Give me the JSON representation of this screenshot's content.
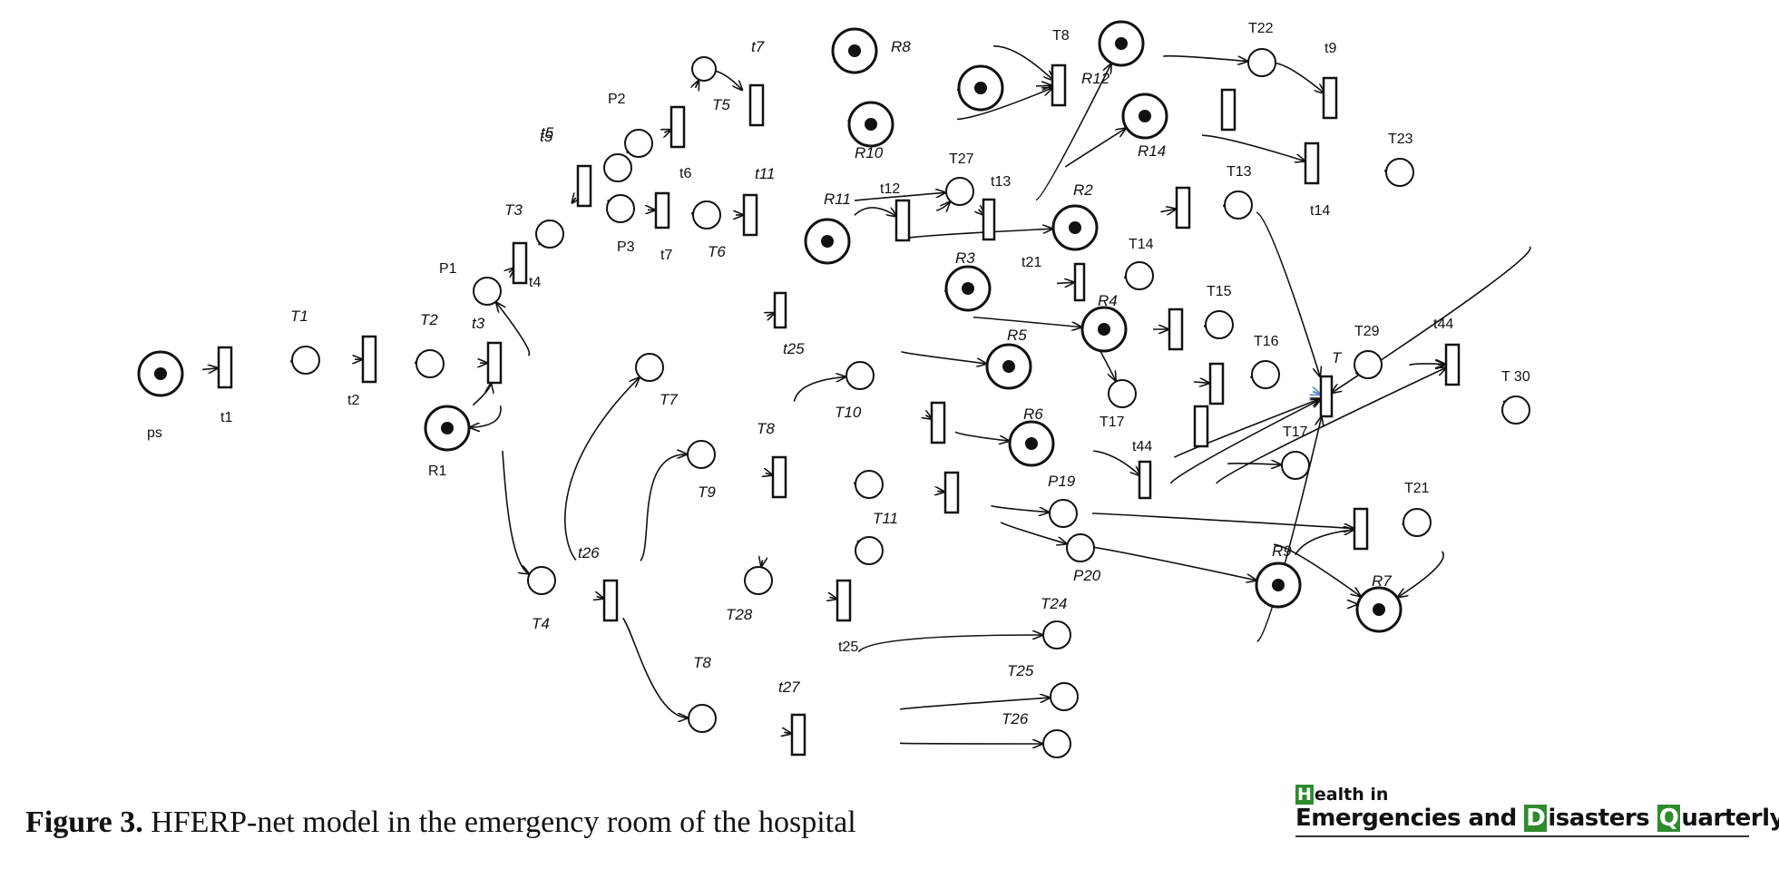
{
  "caption": {
    "label": "Figure 3.",
    "text": "HFERP-net model in the emergency room of the hospital"
  },
  "logo": {
    "line1": {
      "first": "H",
      "rest": "ealth in"
    },
    "line2": {
      "w1": "Emergencies and ",
      "d_first": "D",
      "d_rest": "isasters ",
      "q_first": "Q",
      "q_rest": "uarterly"
    }
  },
  "diagram": {
    "colors": {
      "stroke": "#111111",
      "blue_arrow": "#5b8fc9"
    },
    "places": [
      {
        "id": "ps",
        "label": "ps",
        "token": true
      },
      {
        "id": "T1",
        "label": "T1",
        "token": false
      },
      {
        "id": "T2",
        "label": "T2",
        "token": false
      },
      {
        "id": "R1",
        "label": "R1",
        "token": true
      },
      {
        "id": "P1",
        "label": "P1",
        "token": false
      },
      {
        "id": "T3",
        "label": "T3",
        "token": false
      },
      {
        "id": "t5p",
        "label": "t5",
        "token": false
      },
      {
        "id": "P2",
        "label": "P2",
        "token": false
      },
      {
        "id": "P3",
        "label": "P3",
        "token": false
      },
      {
        "id": "t7p",
        "label": "t7",
        "token": false
      },
      {
        "id": "R8",
        "label": "R8",
        "token": true
      },
      {
        "id": "R9top",
        "label": "",
        "token": true
      },
      {
        "id": "R10",
        "label": "R10",
        "token": true
      },
      {
        "id": "T6",
        "label": "T6",
        "token": false
      },
      {
        "id": "R11",
        "label": "R11",
        "token": true
      },
      {
        "id": "T27",
        "label": "T27",
        "token": false
      },
      {
        "id": "R12",
        "label": "R12",
        "token": true
      },
      {
        "id": "R14",
        "label": "R14",
        "token": true
      },
      {
        "id": "T22",
        "label": "T22",
        "token": false
      },
      {
        "id": "T23",
        "label": "T23",
        "token": false
      },
      {
        "id": "R2",
        "label": "R2",
        "token": true
      },
      {
        "id": "T13",
        "label": "T13",
        "token": false
      },
      {
        "id": "R3",
        "label": "R3",
        "token": true
      },
      {
        "id": "T14",
        "label": "T14",
        "token": false
      },
      {
        "id": "R4",
        "label": "R4",
        "token": true
      },
      {
        "id": "T15",
        "label": "T15",
        "token": false
      },
      {
        "id": "R5",
        "label": "R5",
        "token": true
      },
      {
        "id": "T16",
        "label": "T16",
        "token": false
      },
      {
        "id": "T17a",
        "label": "T17",
        "token": false
      },
      {
        "id": "T7",
        "label": "T7",
        "token": false
      },
      {
        "id": "T10",
        "label": "T10",
        "token": false
      },
      {
        "id": "R6",
        "label": "R6",
        "token": true
      },
      {
        "id": "T9",
        "label": "T9",
        "token": false
      },
      {
        "id": "T11p",
        "label": "",
        "token": false
      },
      {
        "id": "P19",
        "label": "P19",
        "token": false
      },
      {
        "id": "T11",
        "label": "T11",
        "token": false
      },
      {
        "id": "P20",
        "label": "P20",
        "token": false
      },
      {
        "id": "T28",
        "label": "T28",
        "token": false
      },
      {
        "id": "T4",
        "label": "T4",
        "token": false
      },
      {
        "id": "T8p",
        "label": "T8",
        "token": false
      },
      {
        "id": "T24",
        "label": "T24",
        "token": false
      },
      {
        "id": "T25",
        "label": "T25",
        "token": false
      },
      {
        "id": "T26",
        "label": "T26",
        "token": false
      },
      {
        "id": "T29",
        "label": "T29",
        "token": false
      },
      {
        "id": "T30",
        "label": "T 30",
        "token": false
      },
      {
        "id": "T17b",
        "label": "T17",
        "token": false
      },
      {
        "id": "T21",
        "label": "T21",
        "token": false
      },
      {
        "id": "R9",
        "label": "R9",
        "token": true
      },
      {
        "id": "R7",
        "label": "R7",
        "token": true
      }
    ],
    "transitions": [
      {
        "id": "t1",
        "label": "t1"
      },
      {
        "id": "t2",
        "label": "t2"
      },
      {
        "id": "t3",
        "label": "t3"
      },
      {
        "id": "t4",
        "label": "t4"
      },
      {
        "id": "t5",
        "label": "t5"
      },
      {
        "id": "t6",
        "label": "t6"
      },
      {
        "id": "T5",
        "label": "T5"
      },
      {
        "id": "t7t",
        "label": "t7"
      },
      {
        "id": "T8t",
        "label": "T8"
      },
      {
        "id": "t9",
        "label": "t9"
      },
      {
        "id": "t9b",
        "label": ""
      },
      {
        "id": "t11",
        "label": "t11"
      },
      {
        "id": "t7b",
        "label": "t7"
      },
      {
        "id": "t12",
        "label": "t12"
      },
      {
        "id": "t13",
        "label": "t13"
      },
      {
        "id": "t14",
        "label": "t14"
      },
      {
        "id": "tR2",
        "label": ""
      },
      {
        "id": "t21",
        "label": "t21"
      },
      {
        "id": "tR4",
        "label": ""
      },
      {
        "id": "t25",
        "label": "t25"
      },
      {
        "id": "tR5",
        "label": ""
      },
      {
        "id": "tT",
        "label": "T"
      },
      {
        "id": "t44",
        "label": "t44"
      },
      {
        "id": "t44b",
        "label": "t44"
      },
      {
        "id": "tT17",
        "label": ""
      },
      {
        "id": "tT10",
        "label": ""
      },
      {
        "id": "T8b",
        "label": "T8"
      },
      {
        "id": "tT11",
        "label": ""
      },
      {
        "id": "t25b",
        "label": "t25"
      },
      {
        "id": "t26",
        "label": "t26"
      },
      {
        "id": "t27",
        "label": "t27"
      },
      {
        "id": "tT21",
        "label": ""
      }
    ]
  }
}
